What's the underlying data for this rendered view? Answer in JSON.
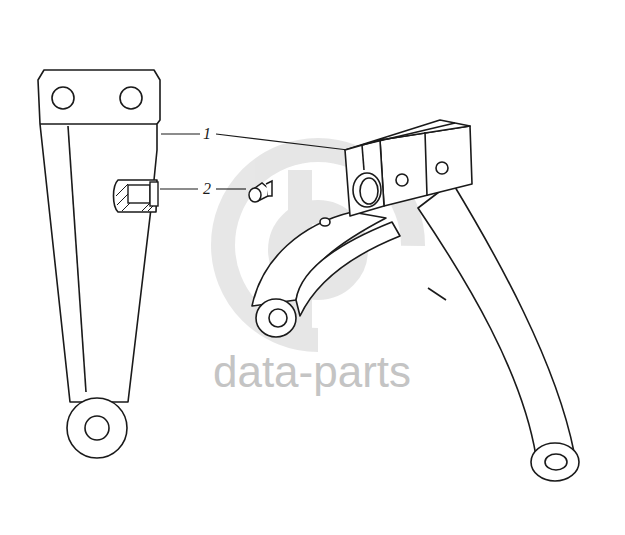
{
  "diagram": {
    "labels": [
      "1",
      "2",
      "data-parts"
    ]
  }
}
